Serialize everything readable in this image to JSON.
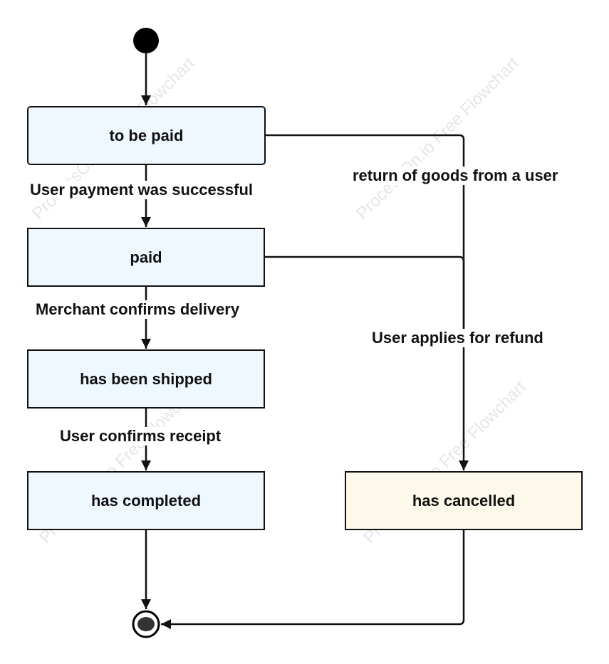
{
  "states": {
    "to_be_paid": "to be paid",
    "paid": "paid",
    "shipped": "has been shipped",
    "completed": "has completed",
    "cancelled": "has cancelled"
  },
  "transitions": {
    "payment_success": "User payment was successful",
    "merchant_confirms": "Merchant confirms delivery",
    "user_confirms": "User confirms receipt",
    "return_goods": "return of goods from a user",
    "refund": "User applies for refund"
  },
  "watermark": "ProcessOn.io Free Flowchart",
  "colors": {
    "state_fill": "#f0f8ff",
    "cancel_fill": "#fdf9ea",
    "line": "#111111"
  }
}
